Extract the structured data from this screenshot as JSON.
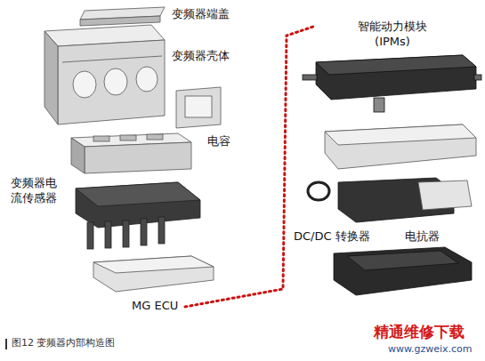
{
  "diagram": {
    "caption": "图12 变频器内部构造图",
    "labels": [
      "变频器端盖",
      "变频器壳体",
      "电容",
      "变频器电流传感器",
      "MG ECU",
      "智能动力模块 (IPMs)",
      "DC/DC 转换器",
      "电抗器",
      "精通维修下载",
      "www.gzweix.com"
    ]
  }
}
